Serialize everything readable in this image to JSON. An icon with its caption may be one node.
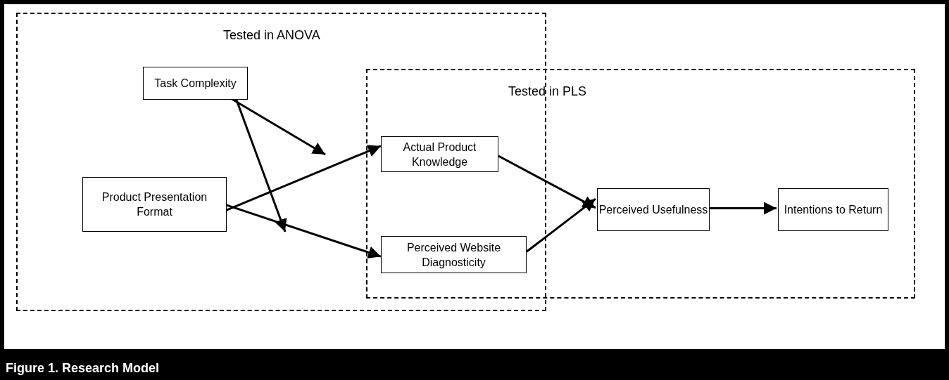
{
  "diagram": {
    "caption": "Figure 1.  Research Model",
    "nodes": [
      {
        "text": [
          "Tested in ANOVA"
        ]
      },
      {
        "text": [
          "Task Complexity"
        ],
        "in": 0
      },
      {
        "text": [
          "Tested in PLS"
        ]
      },
      {
        "text": [
          "Product Presentation Format"
        ],
        "in": 0
      },
      {
        "text": [
          "Actual Product Knowledge"
        ]
      },
      {
        "text": [
          "Perceived Website Diagnosticity"
        ]
      },
      {
        "text": [
          "Perceived Usefulness"
        ],
        "in": 2
      },
      {
        "text": [
          "Intentions to Return"
        ],
        "in": 2
      }
    ],
    "edges": [
      {
        "from": 3,
        "to": 4,
        "arrow": "to"
      },
      {
        "from": 3,
        "to": 5,
        "arrow": "to"
      },
      {
        "from": 4,
        "to": 6,
        "arrow": "to"
      },
      {
        "from": 5,
        "to": 6,
        "arrow": "to"
      },
      {
        "from": 6,
        "to": 7,
        "arrow": "to"
      },
      {
        "from": 1,
        "to": null,
        "arrow": "to"
      },
      {
        "from": 1,
        "to": null,
        "arrow": "to"
      }
    ]
  }
}
